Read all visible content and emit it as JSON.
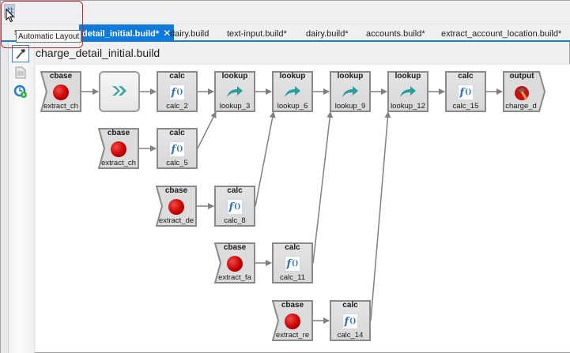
{
  "toolbar": {
    "layout_button_icon": "grid-layout-icon",
    "tooltip": "Automatic Layout"
  },
  "tabs": {
    "partial_hidden": "s",
    "items": [
      {
        "label": "detail_initial.build*",
        "active": true,
        "close": "✕"
      },
      {
        "label": "dairy.build",
        "active": false
      },
      {
        "label": "text-input.build*",
        "active": false
      },
      {
        "label": "dairy.build*",
        "active": false
      },
      {
        "label": "accounts.build*",
        "active": false
      },
      {
        "label": "extract_account_location.build*",
        "active": false
      }
    ]
  },
  "side_toolbar": [
    {
      "icon": "hammer-icon",
      "active": true
    },
    {
      "icon": "document-icon",
      "active": false
    },
    {
      "icon": "refresh-run-icon",
      "active": false
    }
  ],
  "document": {
    "title": "charge_detail_initial.build"
  },
  "colors": {
    "accent": "#0f7ad9",
    "highlight": "#b03038",
    "node_border": "#8a8a8a",
    "edge": "#808080"
  },
  "flow": {
    "nodes": [
      {
        "id": "n1",
        "type": "cbase",
        "title": "cbase",
        "label": "extract_ch"
      },
      {
        "id": "n2",
        "type": "merge",
        "title": "",
        "label": ""
      },
      {
        "id": "n3",
        "type": "calc",
        "title": "calc",
        "label": "calc_2"
      },
      {
        "id": "n4",
        "type": "lookup",
        "title": "lookup",
        "label": "lookup_3"
      },
      {
        "id": "n5",
        "type": "lookup",
        "title": "lookup",
        "label": "lookup_6"
      },
      {
        "id": "n6",
        "type": "lookup",
        "title": "lookup",
        "label": "lookup_9"
      },
      {
        "id": "n7",
        "type": "lookup",
        "title": "lookup",
        "label": "lookup_12"
      },
      {
        "id": "n8",
        "type": "calc",
        "title": "calc",
        "label": "calc_15"
      },
      {
        "id": "n9",
        "type": "output",
        "title": "output",
        "label": "charge_d"
      },
      {
        "id": "n10",
        "type": "cbase",
        "title": "cbase",
        "label": "extract_ch"
      },
      {
        "id": "n11",
        "type": "calc",
        "title": "calc",
        "label": "calc_5"
      },
      {
        "id": "n12",
        "type": "cbase",
        "title": "cbase",
        "label": "extract_de"
      },
      {
        "id": "n13",
        "type": "calc",
        "title": "calc",
        "label": "calc_8"
      },
      {
        "id": "n14",
        "type": "cbase",
        "title": "cbase",
        "label": "extract_fa"
      },
      {
        "id": "n15",
        "type": "calc",
        "title": "calc",
        "label": "calc_11"
      },
      {
        "id": "n16",
        "type": "cbase",
        "title": "cbase",
        "label": "extract_re"
      },
      {
        "id": "n17",
        "type": "calc",
        "title": "calc",
        "label": "calc_14"
      }
    ]
  }
}
